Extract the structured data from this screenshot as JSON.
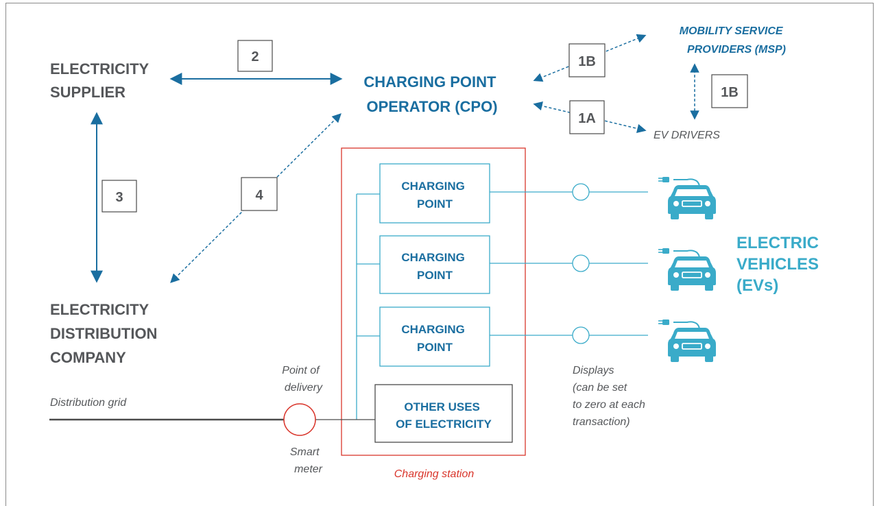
{
  "labels": {
    "electricity_supplier": [
      "ELECTRICITY",
      "SUPPLIER"
    ],
    "cpo": [
      "CHARGING POINT",
      "OPERATOR (CPO)"
    ],
    "msp": [
      "MOBILITY SERVICE",
      "PROVIDERS (MSP)"
    ],
    "ev_drivers": "EV DRIVERS",
    "distribution_company": [
      "ELECTRICITY",
      "DISTRIBUTION",
      "COMPANY"
    ],
    "distribution_grid": "Distribution grid",
    "point_of_delivery": [
      "Point of",
      "delivery"
    ],
    "smart_meter": [
      "Smart",
      "meter"
    ],
    "charging_station": "Charging station",
    "charging_points": [
      [
        "CHARGING",
        "POINT"
      ],
      [
        "CHARGING",
        "POINT"
      ],
      [
        "CHARGING",
        "POINT"
      ]
    ],
    "other_uses": [
      "OTHER USES",
      "OF ELECTRICITY"
    ],
    "electric_vehicles": [
      "ELECTRIC",
      "VEHICLES",
      "(EVs)"
    ],
    "displays_note": [
      "Displays",
      "(can be set",
      "to zero at each",
      "transaction)"
    ]
  },
  "flow_numbers": {
    "supplier_cpo": "2",
    "supplier_distribution": "3",
    "distribution_cpo": "4",
    "cpo_msp": "1B",
    "msp_drivers": "1B",
    "cpo_drivers": "1A"
  },
  "icons": {
    "vehicle": "ev-car-plug-icon",
    "display": "display-circle-icon",
    "meter": "smart-meter-circle-icon"
  },
  "colors": {
    "primary_blue": "#1a6ea0",
    "light_blue": "#3aabc9",
    "gray_text": "#55575a",
    "red": "#d9352b",
    "line_dark": "#4a4a4a"
  }
}
